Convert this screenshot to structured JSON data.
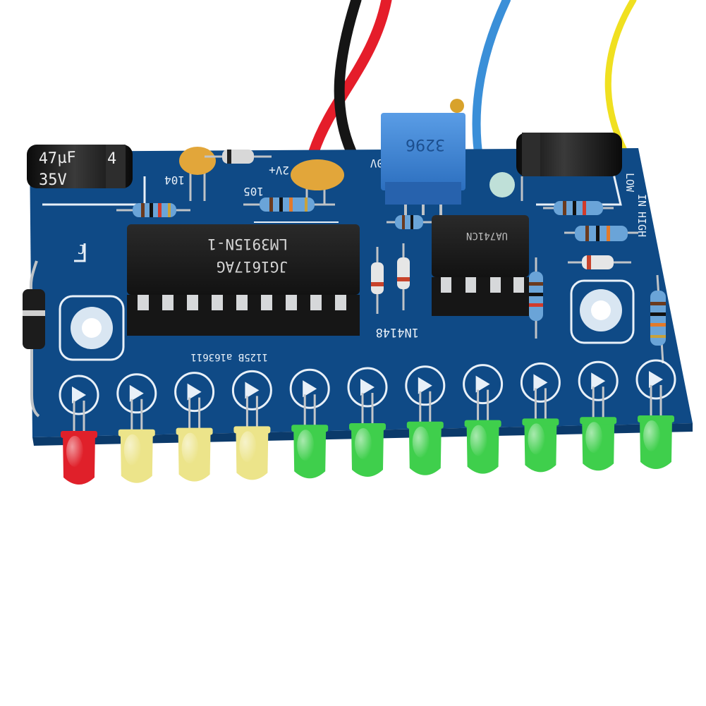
{
  "photo": {
    "colors": {
      "pcb": "#0f4a86",
      "silkscreen": "#e8f0f8",
      "chip": "#1b1b1b",
      "led_red": "#e0202a",
      "led_yellow": "#ece48a",
      "led_green": "#3fcf4c",
      "wire_red": "#e51d2a",
      "wire_black": "#151515",
      "wire_blue": "#3a8fd8",
      "wire_yellow": "#f0e020",
      "trimpot": "#3b82d6",
      "ceramic_cap": "#e2a63a"
    },
    "labels": {
      "cap_large_value": "47μF",
      "cap_large_voltage": "35V",
      "cap_large_digit": "4",
      "cap_small_marking": "104",
      "cap_ceramic_marking": "105",
      "vin_label": "2V+",
      "ground_label": "0V",
      "trimpot_marking": "3296",
      "chip_main_part": "LM3915N-1",
      "chip_main_code": "JG1617AG",
      "chip_opamp_code": "UA741CN",
      "diode_label": "1N4148",
      "board_code": "1125B a163611",
      "mode_low": "LOW",
      "mode_high": "HIGH",
      "mode_input": "IN",
      "mark_j": "J"
    },
    "led_row": [
      "red",
      "yellow",
      "yellow",
      "yellow",
      "green",
      "green",
      "green",
      "green",
      "green",
      "green",
      "green"
    ]
  }
}
